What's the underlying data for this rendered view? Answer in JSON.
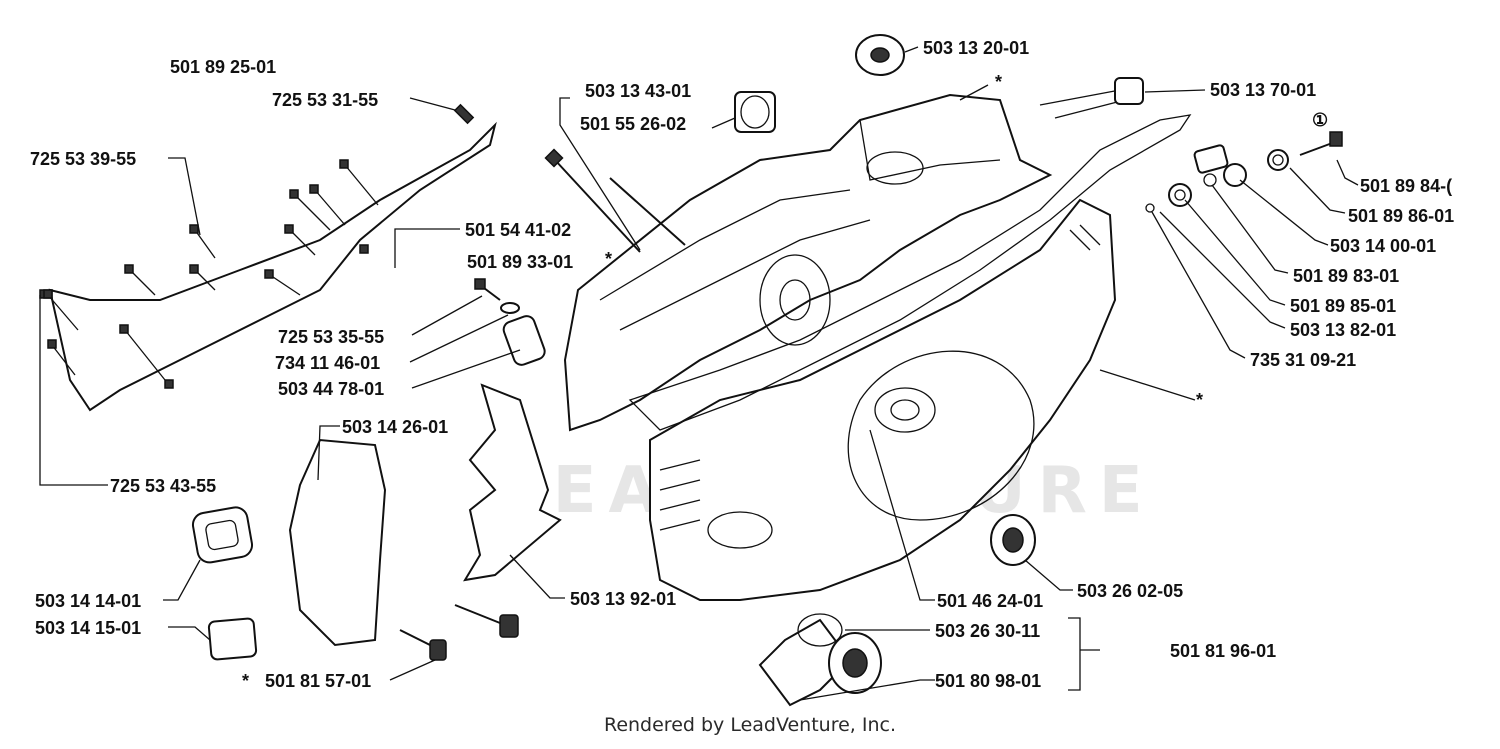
{
  "footer": "Rendered by LeadVenture, Inc.",
  "watermark": "LEADVENTURE",
  "labels": {
    "p501892501": "501 89 25-01",
    "p725533155": "725 53 31-55",
    "p725533955": "725 53 39-55",
    "p503134301": "503 13 43-01",
    "p501552602": "501 55 26-02",
    "p503132001": "503 13 20-01",
    "p503137001": "503 13 70-01",
    "p501898401": "501 89 84-(",
    "p501898601": "501 89 86-01",
    "p503140001": "503 14 00-01",
    "p501898301": "501 89 83-01",
    "p501898501": "501 89 85-01",
    "p503138201": "503 13 82-01",
    "p735310921": "735 31 09-21",
    "p501544102": "501 54 41-02",
    "p501893301": "501 89 33-01",
    "p725533555": "725 53 35-55",
    "p734114601": "734 11 46-01",
    "p503447801": "503 44 78-01",
    "p503142601": "503 14 26-01",
    "p725534355": "725 53 43-55",
    "p503141401": "503 14 14-01",
    "p503141501": "503 14 15-01",
    "p501815701": "501 81 57-01",
    "p503139201": "503 13 92-01",
    "p501462401": "501 46 24-01",
    "p503260205": "503 26 02-05",
    "p503263011": "503 26 30-11",
    "p501819601": "501 81 96-01",
    "p501809801": "501 80 98-01"
  },
  "marks": {
    "asterisk": "*",
    "circled_one": "①"
  }
}
